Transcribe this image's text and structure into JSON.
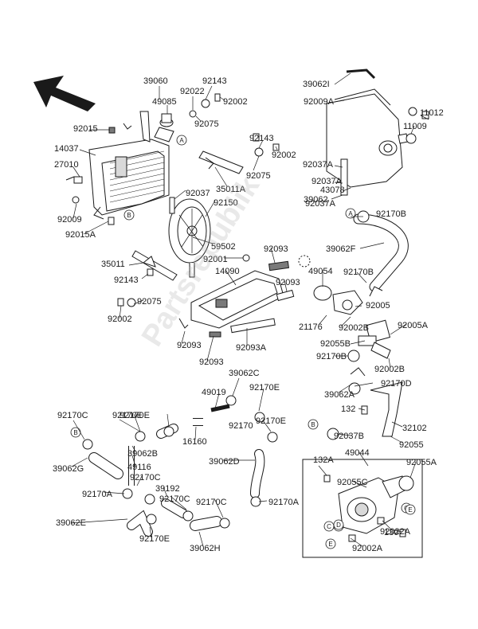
{
  "watermark": "Partsrepublik",
  "colors": {
    "line": "#1a1a1a",
    "fill": "#ffffff",
    "shade": "#d9d9d9",
    "dark": "#7a7a7a"
  },
  "circle_refs": [
    "A",
    "B",
    "A",
    "B",
    "B",
    "C",
    "D",
    "E",
    "C",
    "D",
    "E"
  ],
  "labels": [
    "39060",
    "49085",
    "92022",
    "92143",
    "92002",
    "92075",
    "92015",
    "14037",
    "27010",
    "92009",
    "92015A",
    "92143",
    "92002",
    "92075",
    "35011A",
    "92037",
    "92150",
    "59502",
    "92001",
    "92093",
    "14090",
    "92093",
    "35011",
    "92143",
    "92075",
    "92002",
    "92093",
    "92093",
    "92093A",
    "39062I",
    "92009A",
    "11012",
    "92037A",
    "11009",
    "92037A",
    "39062",
    "43078",
    "92037A",
    "92170B",
    "39062F",
    "49054",
    "92170B",
    "92005",
    "21176",
    "92002B",
    "92005A",
    "92055B",
    "92170B",
    "92002B",
    "39062C",
    "49019",
    "92170E",
    "92170E",
    "92170",
    "92170E",
    "16160",
    "92170C",
    "92170E",
    "39062B",
    "49116",
    "92170C",
    "39192",
    "92170A",
    "92170C",
    "39062G",
    "39062D",
    "92170C",
    "92170A",
    "39062E",
    "92170E",
    "39062H",
    "39062A",
    "92170D",
    "132",
    "32102",
    "92037B",
    "92055",
    "49044",
    "132A",
    "92055A",
    "92055C",
    "130",
    "92022A",
    "92002A"
  ]
}
